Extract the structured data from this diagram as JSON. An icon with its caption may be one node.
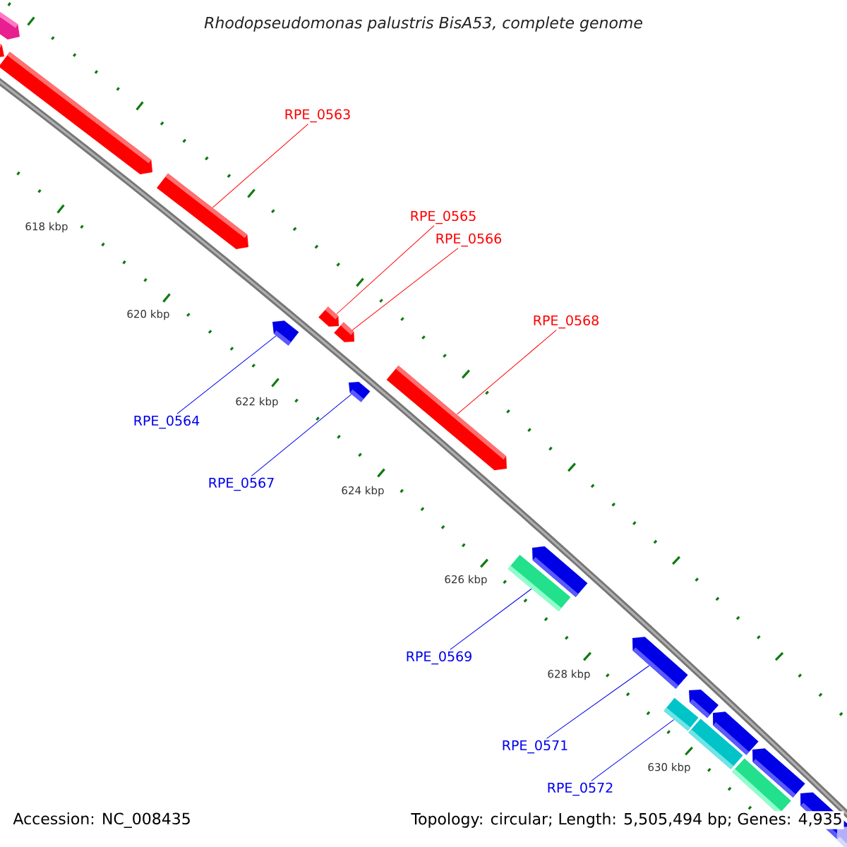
{
  "diagram": {
    "title": "*Rhodopseudomonas palustris* BisA53, complete genome",
    "nodes": [
      {
        "text": [
          "RPE_0563"
        ]
      },
      {
        "text": [
          "RPE_0565"
        ]
      },
      {
        "text": [
          "RPE_0566"
        ]
      },
      {
        "text": [
          "RPE_0568"
        ]
      },
      {
        "text": [
          "RPE_0564"
        ]
      },
      {
        "text": [
          "RPE_0567"
        ]
      },
      {
        "text": [
          "RPE_0569"
        ]
      },
      {
        "text": [
          "RPE_0571"
        ]
      },
      {
        "text": [
          "RPE_0572"
        ]
      },
      {
        "text": [],
        "shape": "arrow"
      },
      {
        "text": [],
        "shape": "arrow"
      },
      {
        "text": [],
        "shape": "arrow"
      },
      {
        "text": [],
        "shape": "arrow"
      },
      {
        "text": [],
        "shape": "arrow"
      },
      {
        "text": [],
        "shape": "arrow"
      },
      {
        "text": [],
        "shape": "bar"
      },
      {
        "text": [],
        "shape": "arrow"
      },
      {
        "text": [],
        "shape": "bar"
      },
      {
        "text": [],
        "shape": "arrow"
      },
      {
        "text": [],
        "shape": "arrow"
      },
      {
        "text": [],
        "shape": "arrow"
      },
      {
        "text": [],
        "shape": "arrow"
      },
      {
        "text": [],
        "shape": "arrow"
      },
      {
        "text": [],
        "shape": "arrow"
      },
      {
        "text": [],
        "shape": "arrow"
      },
      {
        "text": [],
        "shape": "arrow"
      },
      {
        "text": [],
        "shape": "bar"
      },
      {
        "text": [],
        "shape": "bar"
      },
      {
        "text": [],
        "shape": "arrow"
      }
    ],
    "edges": [
      {
        "from": 0,
        "to": 9,
        "arrow": "none",
        "color": "#ff0000"
      },
      {
        "from": 1,
        "to": 10,
        "arrow": "none",
        "color": "#ff0000"
      },
      {
        "from": 2,
        "to": 11,
        "arrow": "none",
        "color": "#ff0000"
      },
      {
        "from": 3,
        "to": 12,
        "arrow": "none",
        "color": "#ff0000"
      },
      {
        "from": 4,
        "to": 13,
        "arrow": "none"
      },
      {
        "from": 5,
        "to": 14,
        "arrow": "none"
      },
      {
        "from": 6,
        "to": 15,
        "arrow": "none"
      },
      {
        "from": 7,
        "to": 16,
        "arrow": "none"
      },
      {
        "from": 8,
        "to": 17,
        "arrow": "none"
      }
    ],
    "labels": [
      "618 kbp",
      "620 kbp",
      "622 kbp",
      "624 kbp",
      "626 kbp",
      "628 kbp",
      "630 kbp",
      "Accession: NC_008435",
      "Topology: circular; Length: 5,505,494 bp; Genes: 4,935"
    ]
  }
}
